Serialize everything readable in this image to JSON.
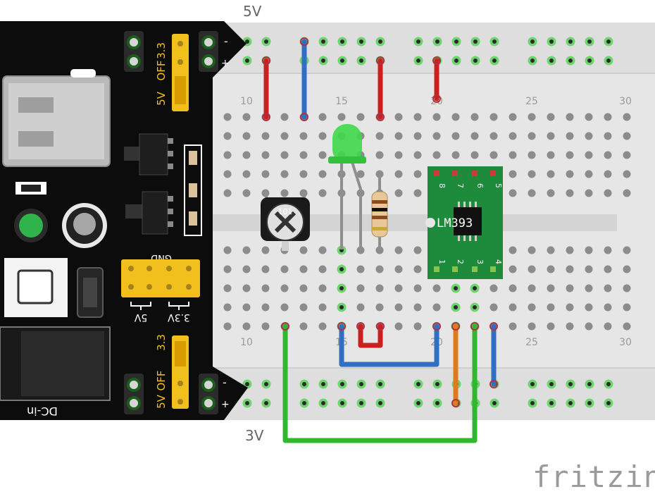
{
  "voltage_labels": {
    "top": "5V",
    "bottom": "3V"
  },
  "breadboard": {
    "column_numbers_top": [
      "10",
      "15",
      "20",
      "25",
      "30"
    ],
    "column_numbers_bottom": [
      "10",
      "15",
      "20",
      "25",
      "30"
    ]
  },
  "power_module": {
    "jumper_top_labels": {
      "v33": "3.3",
      "off": "OFF",
      "v5": "5V"
    },
    "jumper_bottom_labels": {
      "v33": "3.3",
      "off": "OFF",
      "v5": "5V"
    },
    "rail_signs": {
      "minus": "-",
      "plus": "+"
    },
    "header_labels": {
      "gnd": "GND",
      "v5": "5V",
      "v33": "3.3V"
    },
    "dc_label": "DC-in"
  },
  "chip": {
    "name": "LM393",
    "pins_top": [
      "8",
      "7",
      "6",
      "5"
    ],
    "pins_bottom": [
      "1",
      "2",
      "3",
      "4"
    ]
  },
  "potentiometer": {
    "label": "101"
  },
  "wire_colors": {
    "red": "#cc1f1f",
    "blue": "#2f6fc4",
    "green": "#2fb82f",
    "orange": "#e07a1a"
  },
  "brand": "fritzing"
}
